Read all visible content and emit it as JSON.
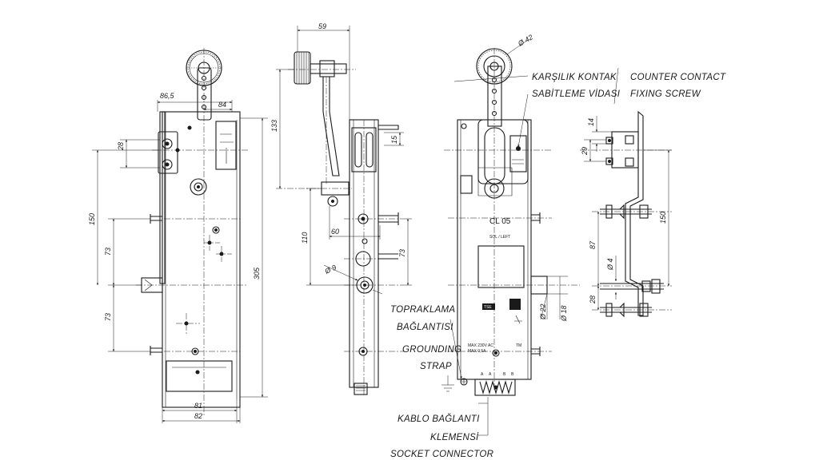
{
  "dimensions": {
    "front": {
      "d86_5": "86,5",
      "d84": "84",
      "d28": "28",
      "d150": "150",
      "d73a": "73",
      "d73b": "73",
      "d305": "305",
      "d81": "81",
      "d82": "82"
    },
    "side": {
      "d59": "59",
      "d133": "133",
      "d15": "15",
      "d110": "110",
      "d60": "60",
      "d73": "73",
      "phi9": "Ø 9"
    },
    "rear": {
      "phi42": "Ø 42",
      "phi22": "Ø 22",
      "phi18": "Ø 18"
    },
    "bracket": {
      "d14": "14",
      "d29": "29",
      "d150": "150",
      "d87": "87",
      "phi4": "Ø 4",
      "d28": "28"
    }
  },
  "labels": {
    "counter_contact_tr_1": "KARŞILIK KONTAK",
    "counter_contact_tr_2": "SABİTLEME VİDASI",
    "counter_contact_en_1": "COUNTER CONTACT",
    "counter_contact_en_2": "FIXING SCREW",
    "grounding_tr_1": "TOPRAKLAMA",
    "grounding_tr_2": "BAĞLANTISI",
    "grounding_en_1": "GROUNDING",
    "grounding_en_2": "STRAP",
    "socket_tr_1": "KABLO BAĞLANTI",
    "socket_tr_2": "KLEMENSİ",
    "socket_en": "SOCKET CONNECTOR"
  },
  "plate": {
    "model": "CL 05",
    "side": "SOL / LEFT",
    "rating_1": "MAX 230V AC",
    "rating_2": "MAX 0,5A",
    "tm": "TM",
    "term_a1": "A",
    "term_a2": "A",
    "term_b1": "B",
    "term_b2": "B",
    "badge": "TSE"
  }
}
